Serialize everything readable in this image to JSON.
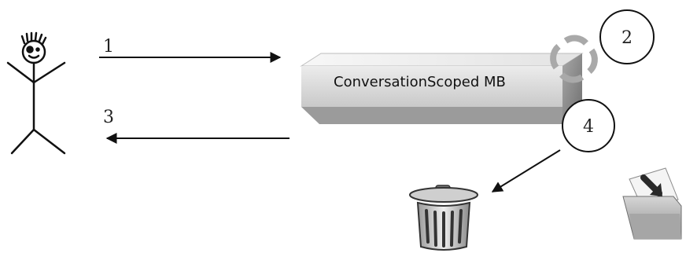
{
  "diagram": {
    "box": {
      "label": "ConversationScoped MB"
    },
    "steps": [
      {
        "label": "1"
      },
      {
        "label": "2"
      },
      {
        "label": "3"
      },
      {
        "label": "4"
      }
    ],
    "icons": {
      "actor": "stick-figure-icon",
      "refresh": "refresh-cycle-icon",
      "trash": "trash-can-icon",
      "folder": "download-folder-icon"
    },
    "colors": {
      "box_front": "#d9d9d9",
      "box_top": "#f0f0f0",
      "box_side": "#8c8c8c",
      "arrow": "#111111"
    }
  }
}
